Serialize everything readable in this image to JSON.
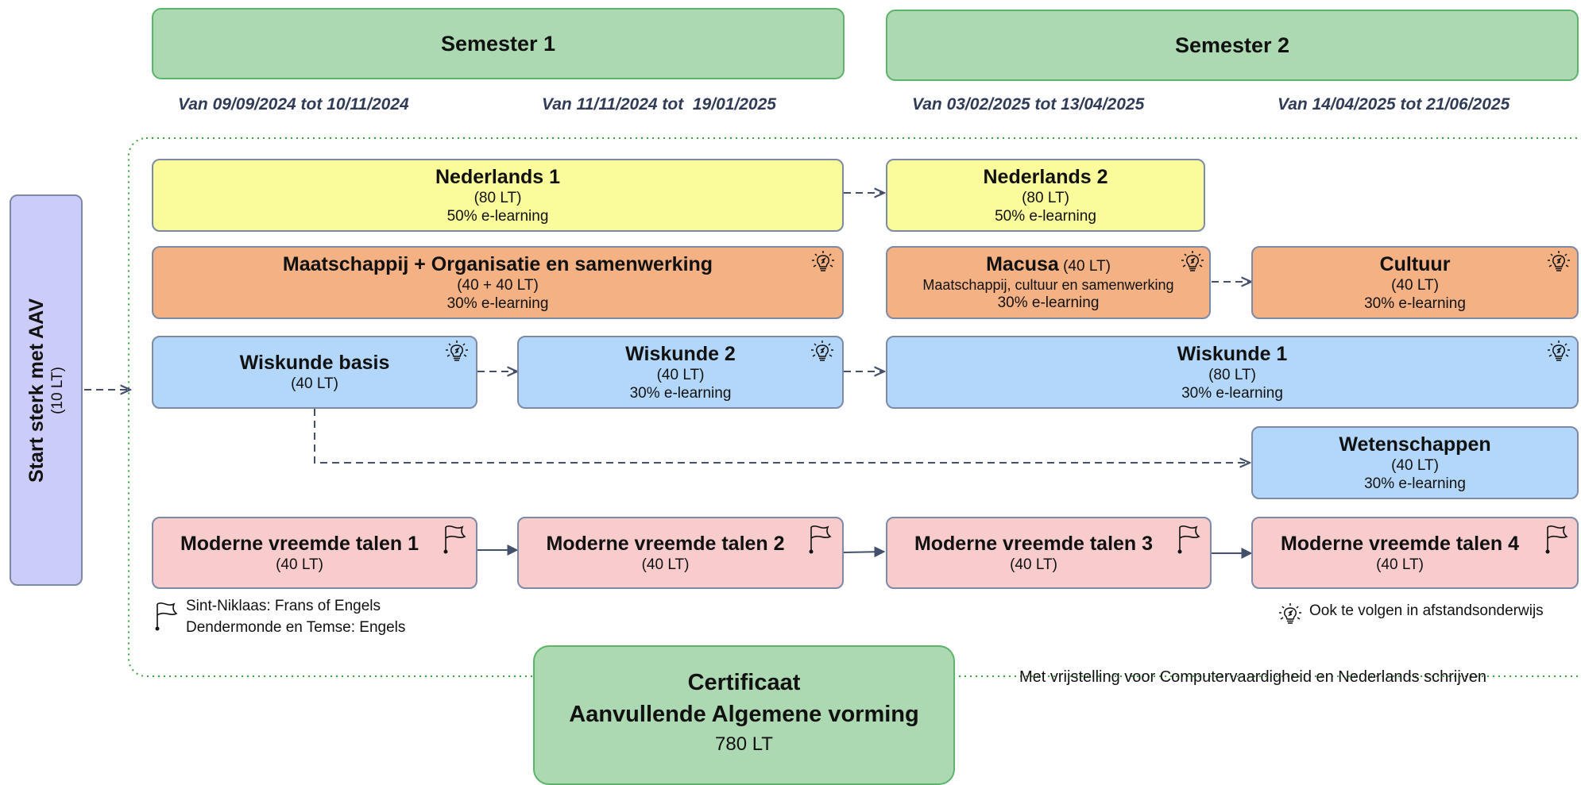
{
  "semesters": [
    {
      "label": "Semester 1"
    },
    {
      "label": "Semester 2"
    }
  ],
  "periods": [
    "Van 09/09/2024 tot 10/11/2024",
    "Van 11/11/2024 tot  19/01/2025",
    "Van 03/02/2025 tot 13/04/2025",
    "Van 14/04/2025 tot 21/06/2025"
  ],
  "start": {
    "title": "Start sterk met AAV",
    "hours": "(10 LT)"
  },
  "modules": {
    "nl1": {
      "title": "Nederlands 1",
      "hours": "(80 LT)",
      "elearning": "50% e-learning"
    },
    "nl2": {
      "title": "Nederlands 2",
      "hours": "(80 LT)",
      "elearning": "50% e-learning"
    },
    "mos": {
      "title": "Maatschappij + Organisatie en samenwerking",
      "hours": "(40 + 40 LT)",
      "elearning": "30% e-learning"
    },
    "macusa": {
      "title": "Macusa",
      "hours": " (40 LT)",
      "desc": "Maatschappij, cultuur en samenwerking",
      "elearning": "30% e-learning"
    },
    "cultuur": {
      "title": "Cultuur",
      "hours": "(40 LT)",
      "elearning": "30% e-learning"
    },
    "wisb": {
      "title": "Wiskunde basis",
      "hours": "(40 LT)"
    },
    "wis2": {
      "title": "Wiskunde 2",
      "hours": "(40 LT)",
      "elearning": "30% e-learning"
    },
    "wis1": {
      "title": "Wiskunde 1",
      "hours": "(80 LT)",
      "elearning": "30% e-learning"
    },
    "wet": {
      "title": "Wetenschappen",
      "hours": "(40 LT)",
      "elearning": "30% e-learning"
    },
    "mvt1": {
      "title": "Moderne vreemde talen 1",
      "hours": "(40 LT)"
    },
    "mvt2": {
      "title": "Moderne vreemde talen 2",
      "hours": "(40 LT)"
    },
    "mvt3": {
      "title": "Moderne vreemde talen 3",
      "hours": "(40 LT)"
    },
    "mvt4": {
      "title": "Moderne vreemde talen 4",
      "hours": "(40 LT)"
    }
  },
  "legend": {
    "flag_line1": "Sint-Niklaas: Frans of Engels",
    "flag_line2": "Dendermonde en Temse: Engels",
    "bulb": "Ook te volgen in afstandsonderwijs"
  },
  "certificate": {
    "line1": "Certificaat",
    "line2": "Aanvullende Algemene vorming",
    "line3": "780 LT"
  },
  "exemption": "Met vrijstelling voor Computervaardigheid en Nederlands schrijven",
  "icons": {
    "bulb": "lightbulb-icon",
    "flag": "flag-icon"
  },
  "colors": {
    "semester": "#acd9b2",
    "dutch": "#fafb9a",
    "society": "#f4b183",
    "math_science": "#b2d7fb",
    "languages": "#f8cbcc",
    "start": "#ccccfb",
    "certificate": "#acd9b2",
    "dates": "#2f3b57",
    "connector": "#44506b"
  }
}
